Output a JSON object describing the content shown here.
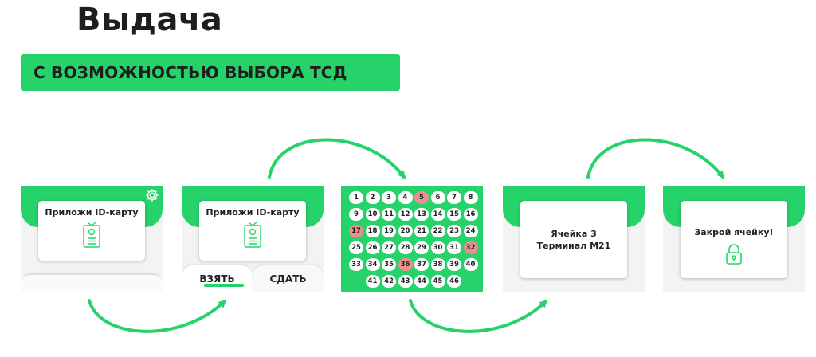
{
  "title": "Выдача",
  "badge": "С ВОЗМОЖНОСТЬЮ ВЫБОРА ТСД",
  "screens": {
    "s1": {
      "card_text": "Приложи ID-карту"
    },
    "s2": {
      "card_text": "Приложи ID-карту",
      "tab_take": "ВЗЯТЬ",
      "tab_return": "СДАТЬ"
    },
    "s4": {
      "line1": "Ячейка 3",
      "line2": "Терминал М21"
    },
    "s5": {
      "card_text": "Закрой ячейку!"
    }
  },
  "cells": [
    {
      "n": "1",
      "busy": false
    },
    {
      "n": "2",
      "busy": false
    },
    {
      "n": "3",
      "busy": false
    },
    {
      "n": "4",
      "busy": false
    },
    {
      "n": "5",
      "busy": true
    },
    {
      "n": "6",
      "busy": false
    },
    {
      "n": "7",
      "busy": false
    },
    {
      "n": "8",
      "busy": false
    },
    {
      "n": "9",
      "busy": false
    },
    {
      "n": "10",
      "busy": false
    },
    {
      "n": "11",
      "busy": false
    },
    {
      "n": "12",
      "busy": false
    },
    {
      "n": "13",
      "busy": false
    },
    {
      "n": "14",
      "busy": false
    },
    {
      "n": "15",
      "busy": false
    },
    {
      "n": "16",
      "busy": false
    },
    {
      "n": "17",
      "busy": true
    },
    {
      "n": "18",
      "busy": false
    },
    {
      "n": "19",
      "busy": false
    },
    {
      "n": "20",
      "busy": false
    },
    {
      "n": "21",
      "busy": false
    },
    {
      "n": "22",
      "busy": false
    },
    {
      "n": "23",
      "busy": false
    },
    {
      "n": "24",
      "busy": false
    },
    {
      "n": "25",
      "busy": false
    },
    {
      "n": "26",
      "busy": false
    },
    {
      "n": "27",
      "busy": false
    },
    {
      "n": "28",
      "busy": false
    },
    {
      "n": "29",
      "busy": false
    },
    {
      "n": "30",
      "busy": false
    },
    {
      "n": "31",
      "busy": false
    },
    {
      "n": "32",
      "busy": true
    },
    {
      "n": "33",
      "busy": false
    },
    {
      "n": "34",
      "busy": false
    },
    {
      "n": "35",
      "busy": false
    },
    {
      "n": "36",
      "busy": true
    },
    {
      "n": "37",
      "busy": false
    },
    {
      "n": "38",
      "busy": false
    },
    {
      "n": "39",
      "busy": false
    },
    {
      "n": "40",
      "busy": false
    },
    {
      "n": "41",
      "busy": false
    },
    {
      "n": "42",
      "busy": false
    },
    {
      "n": "43",
      "busy": false
    },
    {
      "n": "44",
      "busy": false
    },
    {
      "n": "45",
      "busy": false
    },
    {
      "n": "46",
      "busy": false
    }
  ],
  "colors": {
    "accent": "#26d36b",
    "busy": "#ef8e8e"
  },
  "icons": [
    "gear-icon",
    "id-card-icon",
    "padlock-icon",
    "flow-arrow"
  ]
}
